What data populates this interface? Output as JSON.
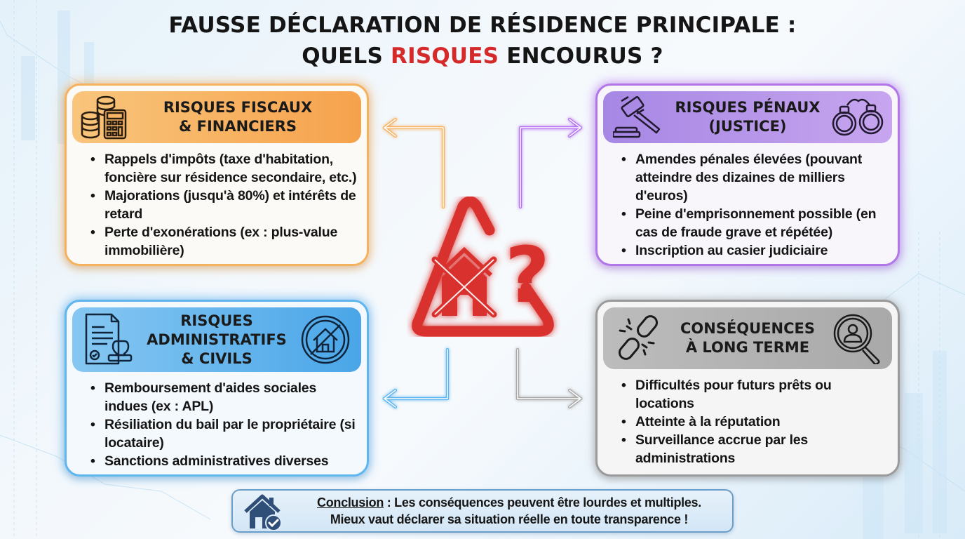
{
  "title": {
    "line1": "FAUSSE DÉCLARATION DE RÉSIDENCE PRINCIPALE :",
    "line2_before": "QUELS ",
    "line2_highlight": "RISQUES",
    "line2_after": " ENCOURUS ?",
    "highlight_color": "#d42a2a"
  },
  "center": {
    "icon": "warning-triangle-house-crossed-question-icon",
    "color": "#d9302e"
  },
  "cards": [
    {
      "id": "fiscal",
      "title_line1": "RISQUES FISCAUX",
      "title_line2": "& FINANCIERS",
      "icon_left": "coins-calculator-icon",
      "accent": "#f6a24c",
      "items": [
        "Rappels d'impôts (taxe d'habitation, foncière sur résidence secondaire, etc.)",
        "Majorations (jusqu'à 80%) et intérêts de retard",
        "Perte d'exonérations (ex : plus-value immobilière)"
      ]
    },
    {
      "id": "penal",
      "title_line1": "RISQUES PÉNAUX",
      "title_line2": "(JUSTICE)",
      "icon_left": "gavel-icon",
      "icon_right": "handcuffs-icon",
      "accent": "#b276e8",
      "items": [
        "Amendes pénales élevées (pouvant atteindre des dizaines de milliers d'euros)",
        "Peine d'emprisonnement possible (en cas de fraude grave et répétée)",
        "Inscription au casier judiciaire"
      ]
    },
    {
      "id": "admin",
      "title_line1": "RISQUES",
      "title_line2": "ADMINISTRATIFS",
      "title_line3": "& CIVILS",
      "icon_left": "document-stamp-icon",
      "icon_right": "no-house-icon",
      "accent": "#4aa6e8",
      "items": [
        "Remboursement d'aides sociales indues (ex : APL)",
        "Résiliation du bail par le propriétaire (si locataire)",
        "Sanctions administratives diverses"
      ]
    },
    {
      "id": "long",
      "title_line1": "CONSÉQUENCES",
      "title_line2": "À LONG TERME",
      "icon_left": "broken-chain-icon",
      "icon_right": "magnifier-person-icon",
      "accent": "#9a9a9a",
      "items": [
        "Difficultés pour futurs prêts ou locations",
        "Atteinte à la réputation",
        "Surveillance accrue par les administrations"
      ]
    }
  ],
  "conclusion": {
    "icon": "house-check-icon",
    "label": "Conclusion",
    "line1_rest": " : Les conséquences peuvent être lourdes et multiples.",
    "line2": "Mieux vaut déclarer sa situation réelle en toute transparence !"
  }
}
